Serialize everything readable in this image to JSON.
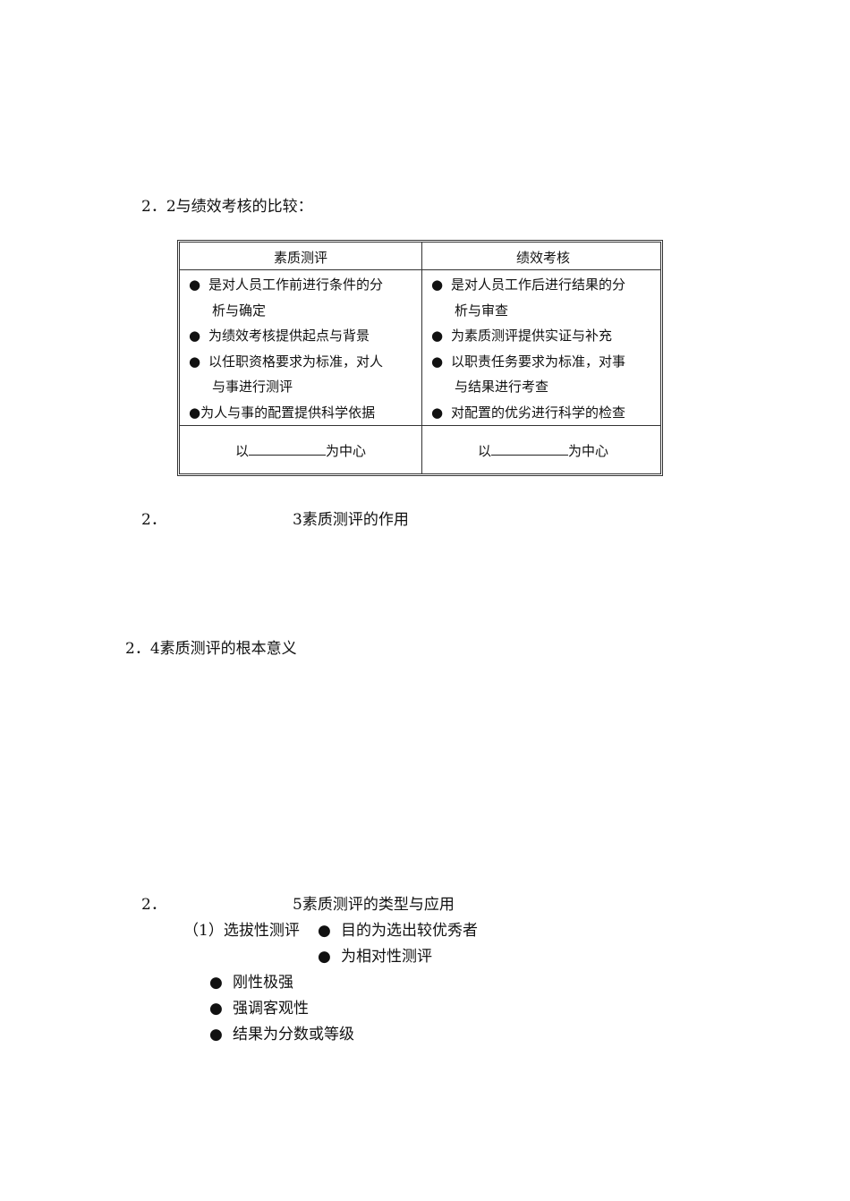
{
  "sections": {
    "s22": "2．2与绩效考核的比较：",
    "s23_num": "2．",
    "s23_text": "3素质测评的作用",
    "s24": "2．4素质测评的根本意义",
    "s25_num": "2．",
    "s25_text": "5素质测评的类型与应用"
  },
  "table": {
    "headers": [
      "素质测评",
      "绩效考核"
    ],
    "left": [
      {
        "first": "是对人员工作前进行条件的分",
        "cont": "析与确定"
      },
      {
        "first": "为绩效考核提供起点与背景",
        "cont": ""
      },
      {
        "first": "以任职资格要求为标准，对人",
        "cont": "与事进行测评"
      },
      {
        "first": "为人与事的配置提供科学依据",
        "cont": ""
      }
    ],
    "right": [
      {
        "first": "是对人员工作后进行结果的分",
        "cont": "析与审查"
      },
      {
        "first": "为素质测评提供实证与补充",
        "cont": ""
      },
      {
        "first": "以职责任务要求为标准，对事",
        "cont": "与结果进行考查"
      },
      {
        "first": "对配置的优劣进行科学的检查",
        "cont": ""
      }
    ],
    "center_prefix": "以",
    "center_suffix": "为中心"
  },
  "types": {
    "label": "（1）选拔性测评",
    "bullet": "●",
    "items": [
      "目的为选出较优秀者",
      "为相对性测评",
      "刚性极强",
      "强调客观性",
      "结果为分数或等级"
    ]
  }
}
